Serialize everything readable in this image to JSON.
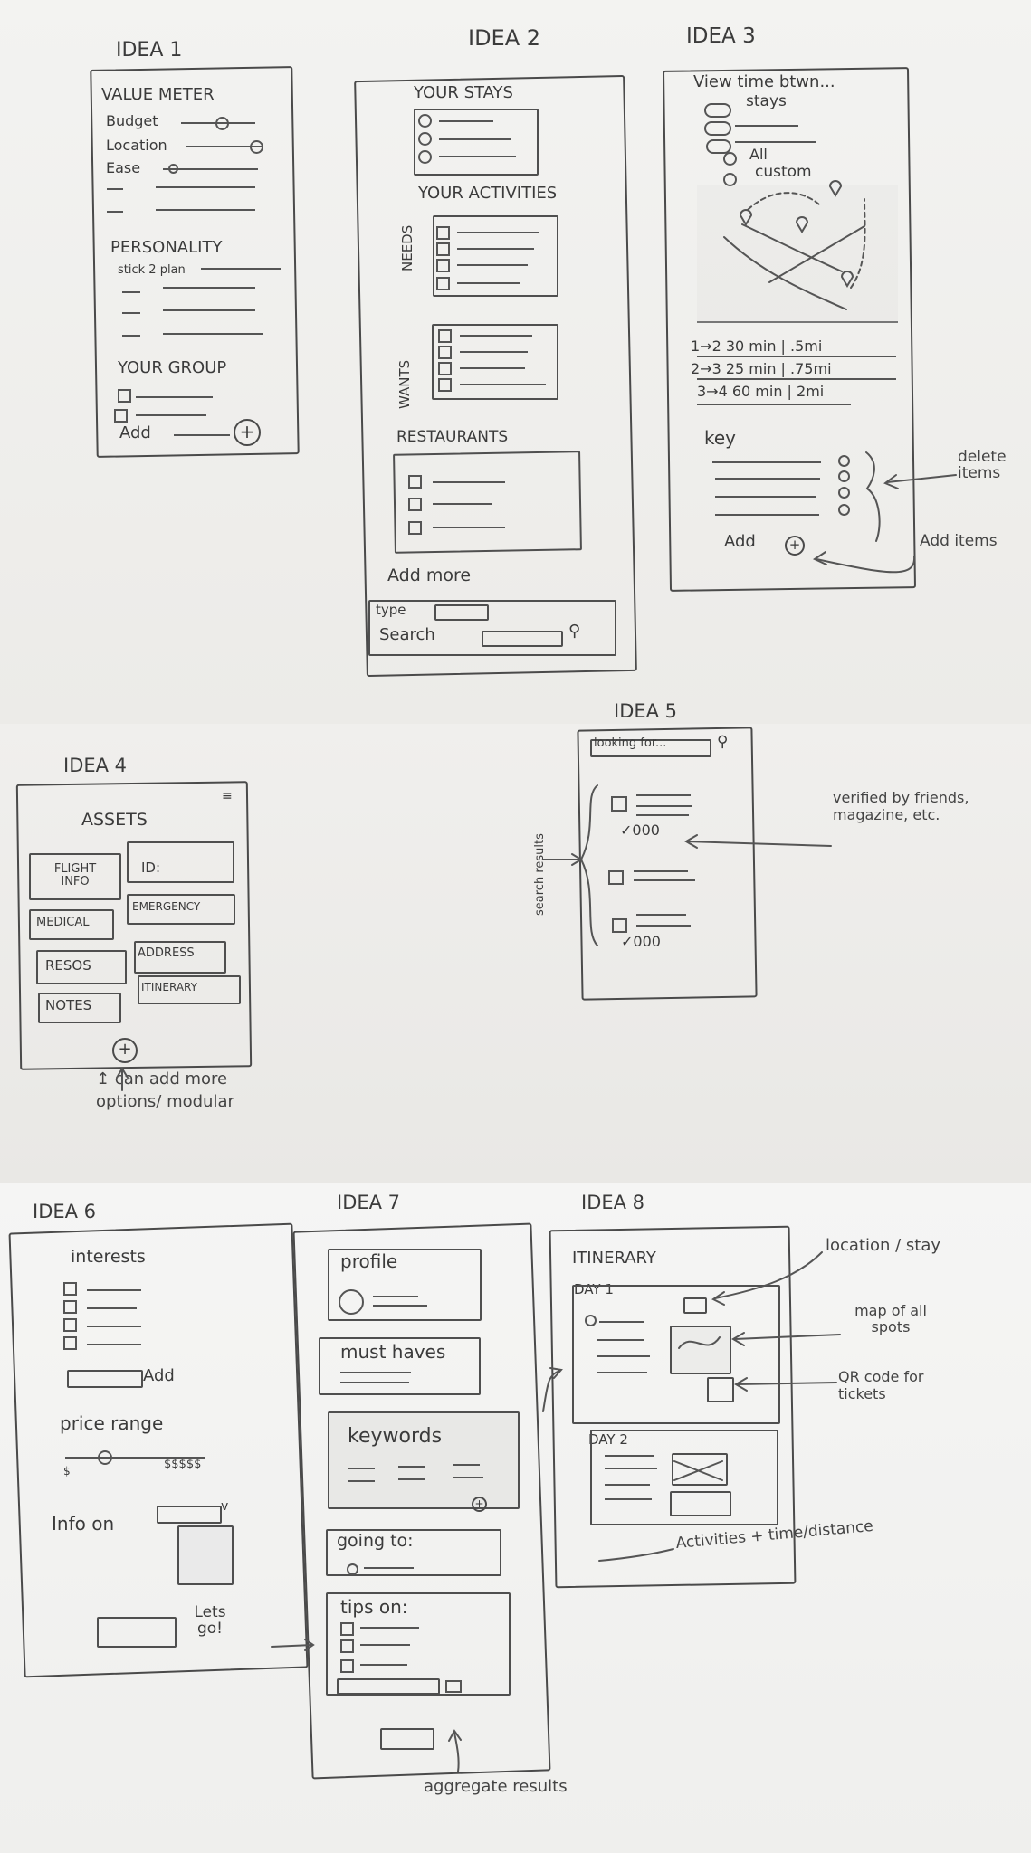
{
  "ideas": {
    "idea1": {
      "title": "IDEA 1",
      "value_meter": "VALUE METER",
      "sliders": [
        "Budget",
        "Location",
        "Ease"
      ],
      "personality": "PERSONALITY",
      "stick_to_plan": "stick 2 plan",
      "group": "YOUR GROUP",
      "add": "Add"
    },
    "idea2": {
      "title": "IDEA 2",
      "stays": "YOUR STAYS",
      "activities": "YOUR ACTIVITIES",
      "needs": "NEEDS",
      "wants": "WANTS",
      "restaurants": "RESTAURANTS",
      "add_more": "Add more",
      "type_label": "type",
      "search_label": "Search"
    },
    "idea3": {
      "title": "IDEA 3",
      "view_header": "View time btwn...",
      "options": [
        "stays",
        "All",
        "custom"
      ],
      "distances": [
        "1→2  30 min | .5mi",
        "2→3  25 min | .75mi",
        "3→4  60 min | 2mi"
      ],
      "key": "key",
      "add": "Add",
      "note_delete": "delete items",
      "note_add": "Add items"
    },
    "idea4": {
      "title": "IDEA 4",
      "assets": "ASSETS",
      "tiles": [
        "FLIGHT INFO",
        "ID:",
        "MEDICAL",
        "EMERGENCY",
        "RESOS",
        "ADDRESS",
        "NOTES",
        "ITINERARY"
      ],
      "note": "↥ can add more options/ modular"
    },
    "idea5": {
      "title": "IDEA 5",
      "search_placeholder": "looking for...",
      "results_label": "search results",
      "check1": "✓000",
      "check2": "✓000",
      "note": "verified by friends, magazine, etc."
    },
    "idea6": {
      "title": "IDEA 6",
      "interests": "interests",
      "add": "Add",
      "price_range": "price range",
      "price_min": "$",
      "price_max": "$$$$$",
      "info_on": "Info on",
      "lets_go": "Lets go!"
    },
    "idea7": {
      "title": "IDEA 7",
      "profile": "profile",
      "must_haves": "must haves",
      "keywords": "keywords",
      "going_to": "going to:",
      "tips_on": "tips on:",
      "note": "aggregate results"
    },
    "idea8": {
      "title": "IDEA 8",
      "itinerary": "ITINERARY",
      "day1": "DAY 1",
      "day2": "DAY 2",
      "note_location": "location / stay",
      "note_map": "map of all spots",
      "note_qr": "QR code for tickets",
      "note_activities": "Activities + time/distance"
    }
  }
}
